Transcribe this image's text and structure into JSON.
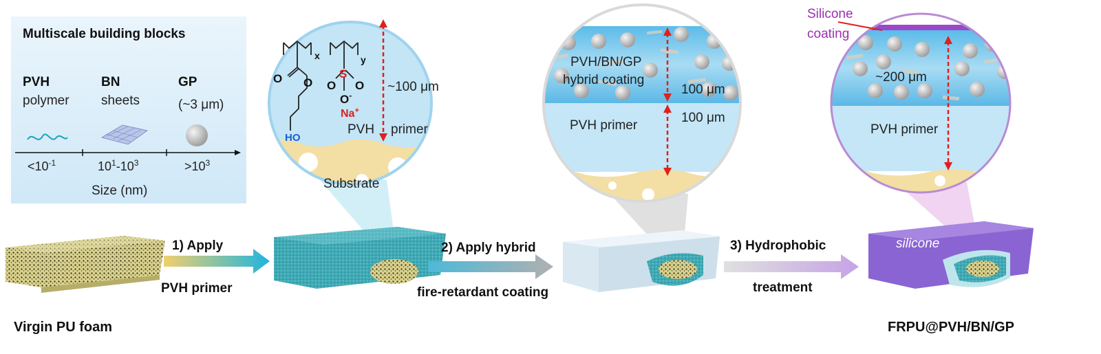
{
  "legend": {
    "title": "Multiscale building blocks",
    "blocks": [
      {
        "name": "PVH",
        "desc": "polymer",
        "size": "<10",
        "size_exp": "-1"
      },
      {
        "name": "BN",
        "desc": "sheets",
        "size": "10",
        "size_exp": "1",
        "size_mid": "-10",
        "size_exp2": "3"
      },
      {
        "name": "GP",
        "desc": "(~3 μm)",
        "size": ">10",
        "size_exp": "3"
      }
    ],
    "axis_label": "Size (nm)"
  },
  "zoom1": {
    "polymer": {
      "x": "x",
      "y": "y",
      "o1": "O",
      "o2": "O",
      "o3": "O",
      "o4": "O",
      "o5": "O",
      "s": "S",
      "ho": "HO",
      "na": "Na",
      "plus": "+",
      "minus": "-"
    },
    "thickness": "~100 μm",
    "primer_a": "PVH",
    "primer_b": "primer",
    "substrate": "Substrate"
  },
  "zoom2": {
    "coating_line1": "PVH/BN/GP",
    "coating_line2": "hybrid coating",
    "coating_thickness": "100 μm",
    "primer": "PVH primer",
    "primer_thickness": "100 μm"
  },
  "zoom3": {
    "silicone_line1": "Silicone",
    "silicone_line2": "coating",
    "thickness": "~200 μm",
    "primer": "PVH primer"
  },
  "steps": [
    {
      "line1": "1) Apply",
      "line2": "PVH primer"
    },
    {
      "line1": "2) Apply hybrid",
      "line2": "fire-retardant coating"
    },
    {
      "line1": "3) Hydrophobic",
      "line2": "treatment"
    }
  ],
  "foams": {
    "start_label": "Virgin PU foam",
    "final_label": "FRPU@PVH/BN/GP",
    "silicone_label": "silicone"
  },
  "colors": {
    "legend_bg": "#dbeefa",
    "primer_blue": "#bfe3f6",
    "coating_blue": "#6cc2ec",
    "substrate": "#f3dfa6",
    "arrow_red": "#e0201b",
    "silicone_purple": "#9a48c9",
    "foam_teal": "#3aa7b3",
    "foam_final": "#8a5fd0"
  }
}
